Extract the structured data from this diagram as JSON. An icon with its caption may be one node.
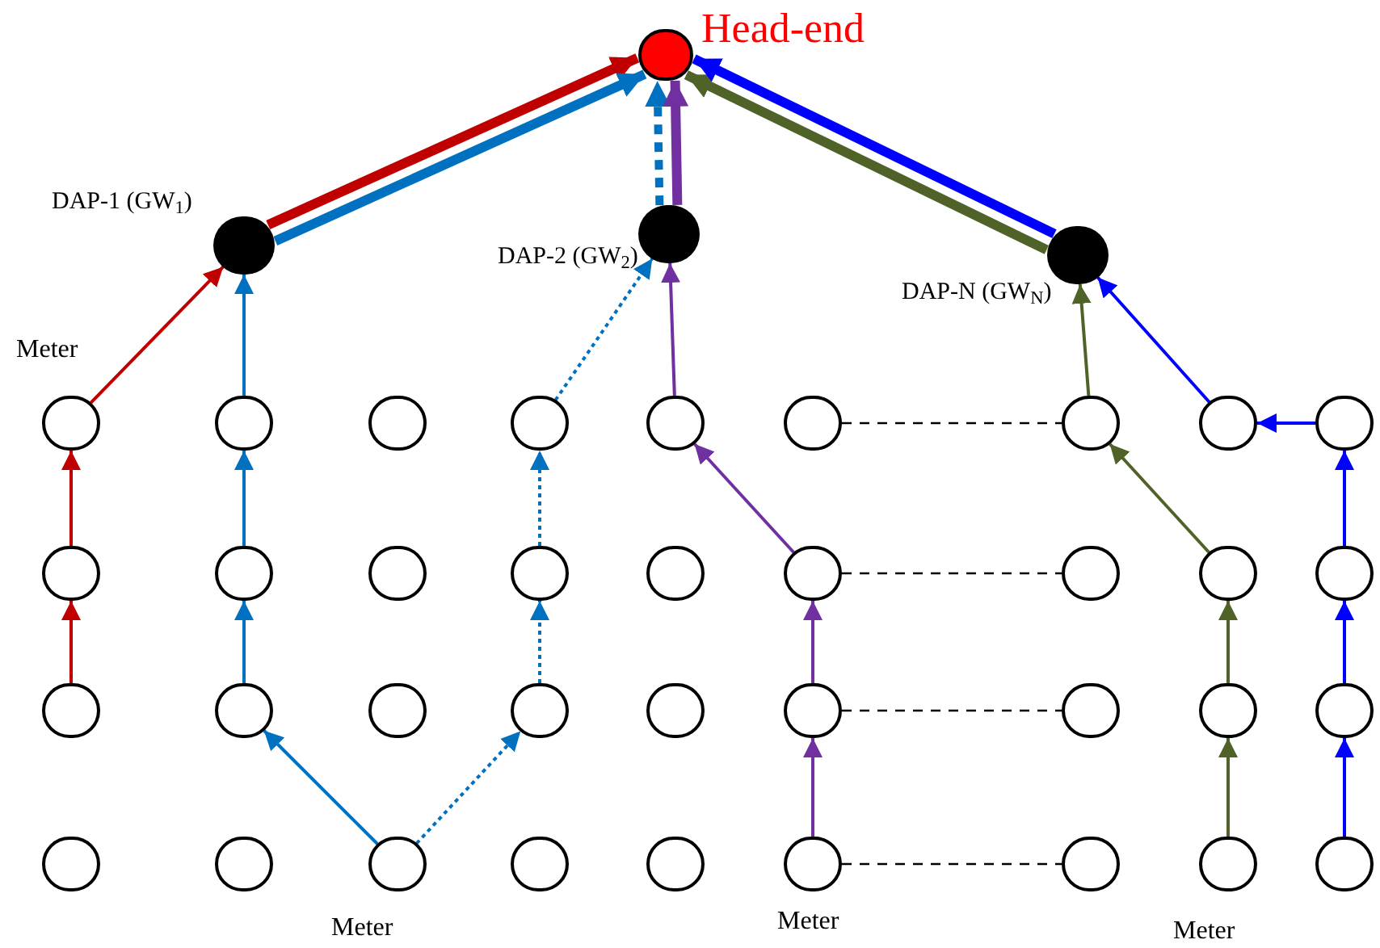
{
  "diagram": {
    "nodes": [
      {
        "text": [],
        "shape": "circle",
        "beside": [
          "Head-end"
        ]
      },
      {
        "text": [],
        "shape": "circle",
        "beside": [
          "DAP-1 (GW$_{1}$)"
        ]
      },
      {
        "text": [],
        "shape": "circle",
        "beside": [
          "DAP-2 (GW$_{2}$)"
        ]
      },
      {
        "text": [],
        "shape": "circle",
        "beside": [
          "DAP-N (GW$_{N}$)"
        ]
      },
      {
        "text": [],
        "shape": "circle",
        "beside": [
          "Meter"
        ]
      },
      {
        "text": [],
        "shape": "circle"
      },
      {
        "text": [],
        "shape": "circle"
      },
      {
        "text": [],
        "shape": "circle"
      },
      {
        "text": [],
        "shape": "circle"
      },
      {
        "text": [],
        "shape": "circle"
      },
      {
        "text": [],
        "shape": "circle"
      },
      {
        "text": [],
        "shape": "circle"
      },
      {
        "text": [],
        "shape": "circle"
      },
      {
        "text": [],
        "shape": "circle"
      },
      {
        "text": [],
        "shape": "circle"
      },
      {
        "text": [],
        "shape": "circle"
      },
      {
        "text": [],
        "shape": "circle"
      },
      {
        "text": [],
        "shape": "circle"
      },
      {
        "text": [],
        "shape": "circle"
      },
      {
        "text": [],
        "shape": "circle"
      },
      {
        "text": [],
        "shape": "circle"
      },
      {
        "text": [],
        "shape": "circle"
      },
      {
        "text": [],
        "shape": "circle"
      },
      {
        "text": [],
        "shape": "circle"
      },
      {
        "text": [],
        "shape": "circle"
      },
      {
        "text": [],
        "shape": "circle"
      },
      {
        "text": [],
        "shape": "circle"
      },
      {
        "text": [],
        "shape": "circle"
      },
      {
        "text": [],
        "shape": "circle"
      },
      {
        "text": [],
        "shape": "circle"
      },
      {
        "text": [],
        "shape": "circle"
      },
      {
        "text": [],
        "shape": "circle"
      },
      {
        "text": [],
        "shape": "circle"
      },
      {
        "text": [],
        "shape": "circle",
        "beside": [
          "Meter"
        ]
      },
      {
        "text": [],
        "shape": "circle"
      },
      {
        "text": [],
        "shape": "circle"
      },
      {
        "text": [],
        "shape": "circle",
        "beside": [
          "Meter"
        ]
      },
      {
        "text": [],
        "shape": "circle"
      },
      {
        "text": [],
        "shape": "circle",
        "beside": [
          "Meter"
        ]
      },
      {
        "text": [],
        "shape": "circle"
      }
    ],
    "edges": [
      {
        "from": 22,
        "to": 13,
        "arrow": "to",
        "color": "#c00000"
      },
      {
        "from": 13,
        "to": 4,
        "arrow": "to",
        "color": "#c00000"
      },
      {
        "from": 4,
        "to": 1,
        "arrow": "to",
        "color": "#c00000"
      },
      {
        "from": 1,
        "to": 0,
        "arrow": "to",
        "style": "thick",
        "color": "#c00000"
      },
      {
        "from": 33,
        "to": 23,
        "arrow": "to",
        "color": "#0070c0"
      },
      {
        "from": 23,
        "to": 14,
        "arrow": "to",
        "color": "#0070c0"
      },
      {
        "from": 14,
        "to": 5,
        "arrow": "to",
        "color": "#0070c0"
      },
      {
        "from": 5,
        "to": 1,
        "arrow": "to",
        "color": "#0070c0"
      },
      {
        "from": 1,
        "to": 0,
        "arrow": "to",
        "style": "thick",
        "color": "#0070c0"
      },
      {
        "from": 33,
        "to": 25,
        "arrow": "to",
        "style": "dashed",
        "color": "#0070c0"
      },
      {
        "from": 25,
        "to": 16,
        "arrow": "to",
        "style": "dashed",
        "color": "#0070c0"
      },
      {
        "from": 16,
        "to": 7,
        "arrow": "to",
        "style": "dashed",
        "color": "#0070c0"
      },
      {
        "from": 7,
        "to": 2,
        "arrow": "to",
        "style": "dashed",
        "color": "#0070c0"
      },
      {
        "from": 2,
        "to": 0,
        "arrow": "to",
        "style": "dashed",
        "color": "#0070c0"
      },
      {
        "from": 36,
        "to": 27,
        "arrow": "to",
        "color": "#7030a0"
      },
      {
        "from": 27,
        "to": 18,
        "arrow": "to",
        "color": "#7030a0"
      },
      {
        "from": 18,
        "to": 8,
        "arrow": "to",
        "color": "#7030a0"
      },
      {
        "from": 8,
        "to": 2,
        "arrow": "to",
        "color": "#7030a0"
      },
      {
        "from": 2,
        "to": 0,
        "arrow": "to",
        "style": "thick",
        "color": "#7030a0"
      },
      {
        "from": 38,
        "to": 29,
        "arrow": "to",
        "color": "#4f6228"
      },
      {
        "from": 29,
        "to": 20,
        "arrow": "to",
        "color": "#4f6228"
      },
      {
        "from": 20,
        "to": 10,
        "arrow": "to",
        "color": "#4f6228"
      },
      {
        "from": 10,
        "to": 3,
        "arrow": "to",
        "color": "#4f6228"
      },
      {
        "from": 3,
        "to": 0,
        "arrow": "to",
        "style": "thick",
        "color": "#4f6228"
      },
      {
        "from": 39,
        "to": 30,
        "arrow": "to",
        "color": "#0000ff"
      },
      {
        "from": 30,
        "to": 21,
        "arrow": "to",
        "color": "#0000ff"
      },
      {
        "from": 21,
        "to": 12,
        "arrow": "to",
        "color": "#0000ff"
      },
      {
        "from": 12,
        "to": 11,
        "arrow": "to",
        "color": "#0000ff"
      },
      {
        "from": 11,
        "to": 3,
        "arrow": "to",
        "color": "#0000ff"
      },
      {
        "from": 3,
        "to": 0,
        "arrow": "to",
        "style": "thick",
        "color": "#0000ff"
      },
      {
        "from": 9,
        "to": 10,
        "arrow": "none",
        "style": "dashed",
        "color": "#000000"
      },
      {
        "from": 18,
        "to": 19,
        "arrow": "none",
        "style": "dashed",
        "color": "#000000"
      },
      {
        "from": 27,
        "to": 28,
        "arrow": "none",
        "style": "dashed",
        "color": "#000000"
      },
      {
        "from": 36,
        "to": 37,
        "arrow": "none",
        "style": "dashed",
        "color": "#000000"
      }
    ]
  }
}
